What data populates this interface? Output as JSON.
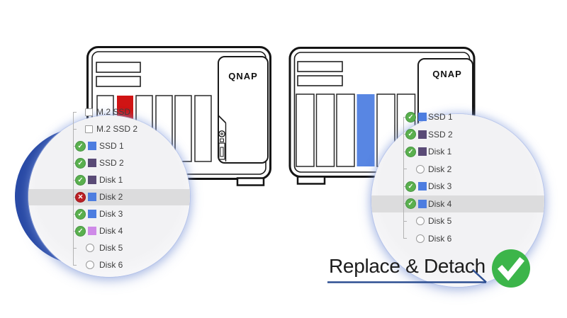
{
  "brand": {
    "logo": "QNAP"
  },
  "caption": {
    "text": "Replace & Detach"
  },
  "colors": {
    "crescent": "#2a4ba6",
    "bay_red": "#d01414",
    "bay_blue": "#5886e3",
    "disk_blue": "#4d7de0",
    "disk_purple": "#594a76",
    "disk_violet": "#cf8ae8",
    "status_ok": "#5ab04e",
    "status_ok_border": "#479544",
    "status_error": "#bb2025",
    "status_error_border": "#9a1519",
    "row_highlight": "#dcdcdd",
    "underline": "#2d4f92",
    "badge_green": "#3cb54a",
    "outline": "#141414"
  },
  "lists": {
    "left": {
      "rows": [
        {
          "label": "M.2 SSD",
          "status": "checkbox"
        },
        {
          "label": "M.2 SSD 2",
          "status": "checkbox"
        },
        {
          "label": "SSD 1",
          "status": "ok",
          "color": "disk_blue"
        },
        {
          "label": "SSD 2",
          "status": "ok",
          "color": "disk_purple"
        },
        {
          "label": "Disk 1",
          "status": "ok",
          "color": "disk_purple"
        },
        {
          "label": "Disk 2",
          "status": "error",
          "color": "disk_blue",
          "highlight": true
        },
        {
          "label": "Disk 3",
          "status": "ok",
          "color": "disk_blue"
        },
        {
          "label": "Disk 4",
          "status": "ok",
          "color": "disk_violet"
        },
        {
          "label": "Disk 5",
          "status": "empty"
        },
        {
          "label": "Disk 6",
          "status": "empty"
        }
      ]
    },
    "right": {
      "rows": [
        {
          "label": "SSD 1",
          "status": "ok",
          "color": "disk_blue"
        },
        {
          "label": "SSD 2",
          "status": "ok",
          "color": "disk_purple"
        },
        {
          "label": "Disk 1",
          "status": "ok",
          "color": "disk_purple"
        },
        {
          "label": "Disk 2",
          "status": "empty"
        },
        {
          "label": "Disk 3",
          "status": "ok",
          "color": "disk_blue"
        },
        {
          "label": "Disk 4",
          "status": "ok",
          "color": "disk_blue",
          "highlight": true
        },
        {
          "label": "Disk 5",
          "status": "empty"
        },
        {
          "label": "Disk 6",
          "status": "empty"
        }
      ]
    }
  }
}
